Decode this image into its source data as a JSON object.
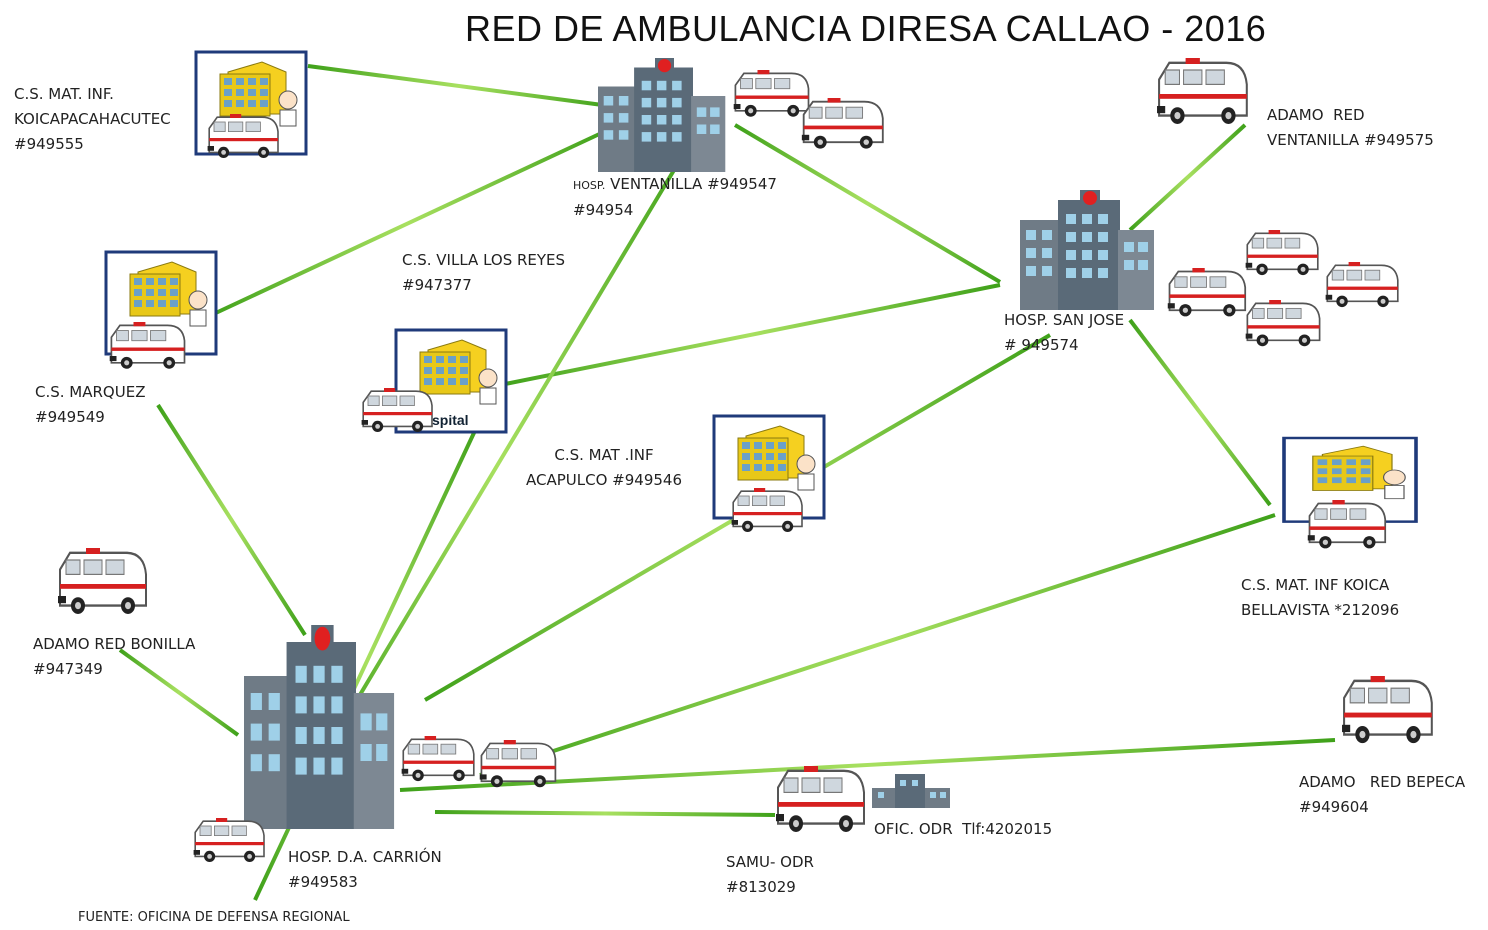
{
  "title": "RED DE AMBULANCIA   DIRESA CALLAO - 2016",
  "source": "FUENTE: OFICINA DE DEFENSA REGIONAL",
  "colors": {
    "link": "#5cbf2a",
    "box_border": "#1f3a7a",
    "building": "#5a6a78",
    "cross": "#e02020"
  },
  "nodes": {
    "koica_pacha": {
      "line1": "C.S. MAT. INF.",
      "line2": "KOICAPACAHACUTEC",
      "line3": "#949555"
    },
    "ventanilla": {
      "prefix": "HOSP.",
      "line1": "VENTANILLA #949547",
      "line2": "#94954"
    },
    "adamo_ventanilla": {
      "line1": "ADAMO  RED",
      "line2": "VENTANILLA #949575"
    },
    "villa_reyes": {
      "line1": "C.S. VILLA LOS REYES",
      "line2": "#947377"
    },
    "marquez": {
      "line1": "C.S. MARQUEZ",
      "line2": "#949549"
    },
    "san_jose": {
      "line1": "HOSP. SAN JOSE",
      "line2": "# 949574"
    },
    "acapulco": {
      "line1": "C.S. MAT .INF",
      "line2": "ACAPULCO #949546"
    },
    "bellavista": {
      "line1": "C.S. MAT. INF KOICA",
      "line2": "BELLAVISTA *212096"
    },
    "bonilla": {
      "line1": "ADAMO RED BONILLA",
      "line2": "#947349"
    },
    "carrion": {
      "line1": "HOSP. D.A. CARRIÓN",
      "line2": "#949583"
    },
    "samu": {
      "line1": "SAMU- ODR",
      "line2": "#813029"
    },
    "odr": {
      "line1": "OFIC. ODR  Tlf:4202015"
    },
    "bepeca": {
      "line1": "ADAMO   RED BEPECA",
      "line2": "#949604"
    }
  },
  "hospital_sign": "spital"
}
